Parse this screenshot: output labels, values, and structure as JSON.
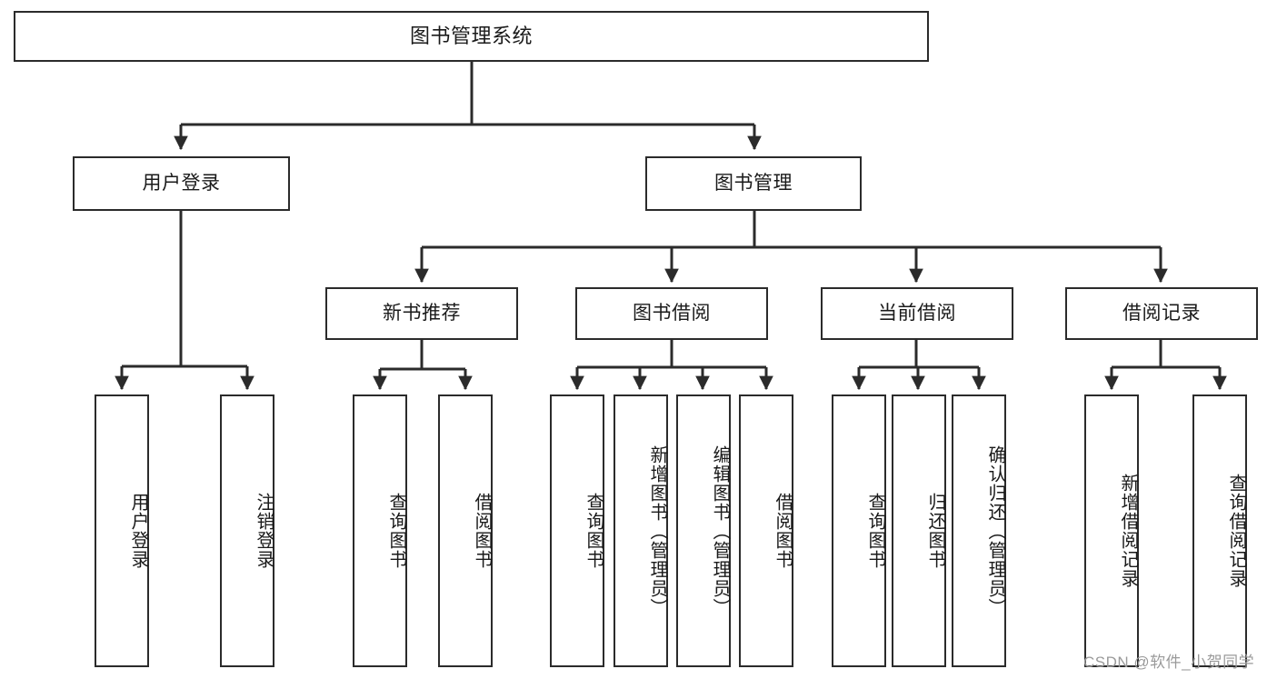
{
  "diagram": {
    "type": "tree-hierarchy",
    "root": {
      "id": "root",
      "label": "图书管理系统"
    },
    "level1": [
      {
        "id": "user-login",
        "label": "用户登录"
      },
      {
        "id": "book-management",
        "label": "图书管理"
      }
    ],
    "level2": [
      {
        "id": "new-book-recommend",
        "label": "新书推荐",
        "parent": "book-management"
      },
      {
        "id": "book-borrow",
        "label": "图书借阅",
        "parent": "book-management"
      },
      {
        "id": "current-borrow",
        "label": "当前借阅",
        "parent": "book-management"
      },
      {
        "id": "borrow-record",
        "label": "借阅记录",
        "parent": "book-management"
      }
    ],
    "leaves": {
      "user_login": [
        {
          "id": "leaf-user-login",
          "label": "用户登录"
        },
        {
          "id": "leaf-logout",
          "label": "注销登录"
        }
      ],
      "new_book_recommend": [
        {
          "id": "leaf-query-book-1",
          "label": "查询图书"
        },
        {
          "id": "leaf-borrow-book-1",
          "label": "借阅图书"
        }
      ],
      "book_borrow": [
        {
          "id": "leaf-query-book-2",
          "label": "查询图书"
        },
        {
          "id": "leaf-add-book",
          "label": "新增图书（管理员）"
        },
        {
          "id": "leaf-edit-book",
          "label": "编辑图书（管理员）"
        },
        {
          "id": "leaf-borrow-book-2",
          "label": "借阅图书"
        }
      ],
      "current_borrow": [
        {
          "id": "leaf-query-book-3",
          "label": "查询图书"
        },
        {
          "id": "leaf-return-book",
          "label": "归还图书"
        },
        {
          "id": "leaf-confirm-return",
          "label": "确认归还（管理员）"
        }
      ],
      "borrow_record": [
        {
          "id": "leaf-add-record",
          "label": "新增借阅记录"
        },
        {
          "id": "leaf-query-record",
          "label": "查询借阅记录"
        }
      ]
    },
    "colors": {
      "stroke": "#2b2b2b",
      "box_fill": "#ffffff",
      "text": "#1a1a1a",
      "watermark": "#9a9a9a",
      "background": "#ffffff"
    }
  },
  "watermark": {
    "text": "CSDN @软件_小贺同学"
  }
}
